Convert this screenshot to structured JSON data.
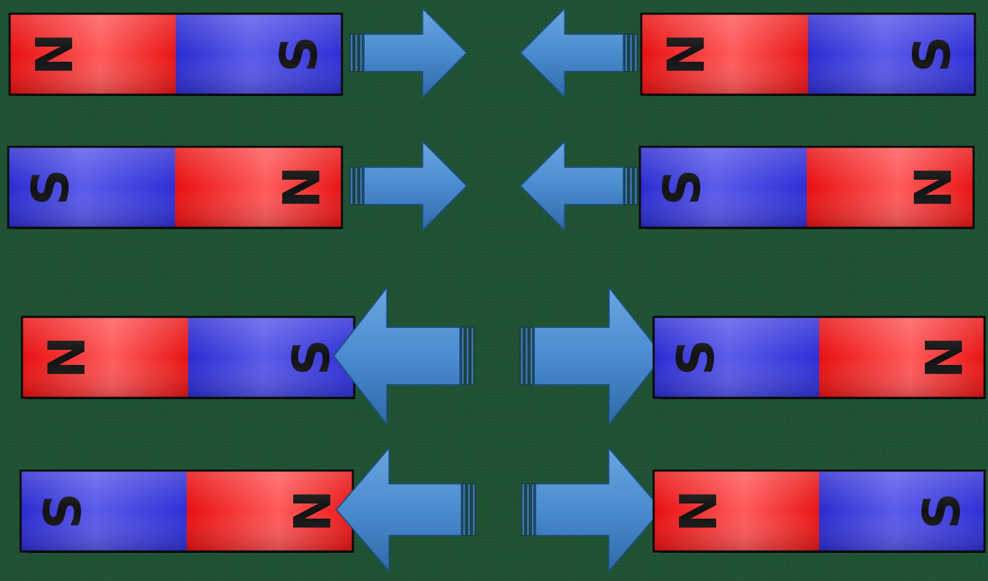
{
  "colors": {
    "background": "#1e5232",
    "north_pole": "#ff3333",
    "south_pole": "#3d3ddb",
    "arrow": "#4f8fcf"
  },
  "poles": {
    "north": "N",
    "south": "S"
  },
  "rows": [
    {
      "name": "attract-row-1",
      "left_magnet": {
        "poles": [
          "N",
          "S"
        ]
      },
      "right_magnet": {
        "poles": [
          "N",
          "S"
        ]
      },
      "arrows": "inward"
    },
    {
      "name": "attract-row-2",
      "left_magnet": {
        "poles": [
          "S",
          "N"
        ]
      },
      "right_magnet": {
        "poles": [
          "S",
          "N"
        ]
      },
      "arrows": "inward"
    },
    {
      "name": "repel-row-1",
      "left_magnet": {
        "poles": [
          "N",
          "S"
        ]
      },
      "right_magnet": {
        "poles": [
          "S",
          "N"
        ]
      },
      "arrows": "outward"
    },
    {
      "name": "repel-row-2",
      "left_magnet": {
        "poles": [
          "S",
          "N"
        ]
      },
      "right_magnet": {
        "poles": [
          "N",
          "S"
        ]
      },
      "arrows": "outward"
    }
  ]
}
